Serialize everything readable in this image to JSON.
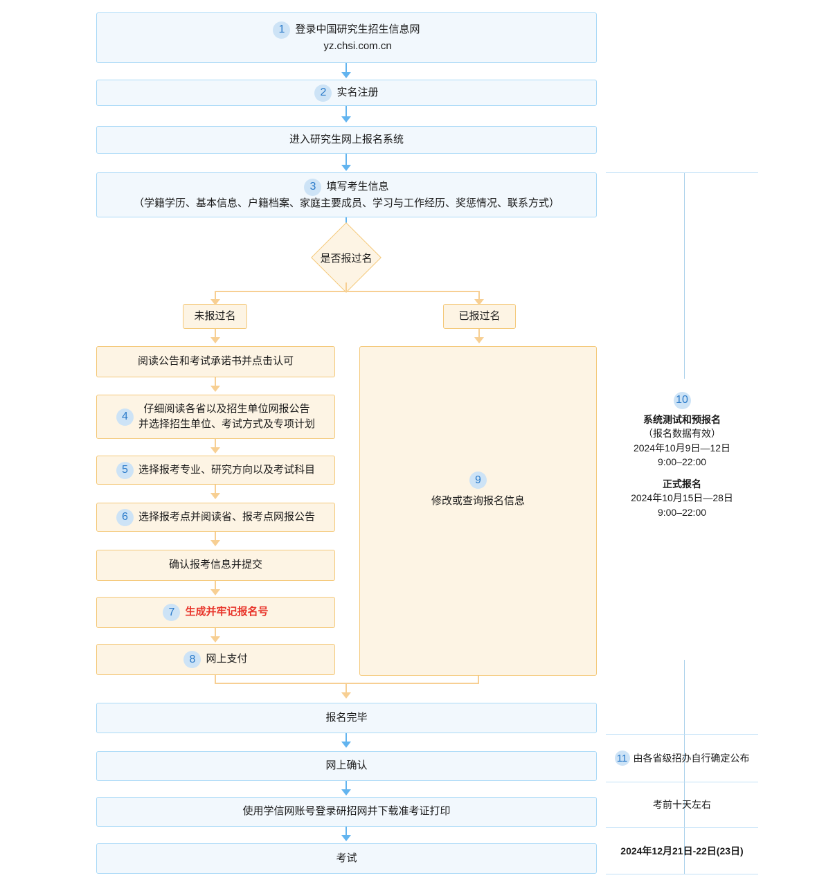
{
  "colors": {
    "blue_fill": "#f2f8fd",
    "blue_border": "#a9d9f7",
    "blue_arrow": "#62b4ef",
    "orange_fill": "#fdf4e4",
    "orange_border": "#f4c878",
    "orange_arrow": "#f7cf93",
    "badge_bg": "#cde3f6",
    "badge_text": "#2a7ac9",
    "highlight_red": "#e8342a",
    "panel_line": "#bfe0f7"
  },
  "flow": {
    "step1": {
      "num": "1",
      "line1": "登录中国研究生招生信息网",
      "line2": "yz.chsi.com.cn"
    },
    "step2": {
      "num": "2",
      "label": "实名注册"
    },
    "step3": {
      "label": "进入研究生网上报名系统"
    },
    "step4": {
      "num": "3",
      "line1": "填写考生信息",
      "line2": "（学籍学历、基本信息、户籍档案、家庭主要成员、学习与工作经历、奖惩情况、联系方式）"
    },
    "decision": {
      "label": "是否报过名"
    },
    "branch_left": {
      "label": "未报过名"
    },
    "branch_right": {
      "label": "已报过名"
    },
    "left_steps": [
      {
        "num": "",
        "label": "阅读公告和考试承诺书并点击认可"
      },
      {
        "num": "4",
        "line1": "仔细阅读各省以及招生单位网报公告",
        "line2": "并选择招生单位、考试方式及专项计划"
      },
      {
        "num": "5",
        "label": "选择报考专业、研究方向以及考试科目"
      },
      {
        "num": "6",
        "label": "选择报考点并阅读省、报考点网报公告"
      },
      {
        "num": "",
        "label": "确认报考信息并提交"
      },
      {
        "num": "7",
        "label": "生成并牢记报名号",
        "highlight": true
      },
      {
        "num": "8",
        "label": "网上支付"
      }
    ],
    "right_branch_box": {
      "num": "9",
      "label": "修改或查询报名信息"
    },
    "finish": {
      "label": "报名完毕"
    },
    "confirm": {
      "label": "网上确认"
    },
    "admit_card": {
      "label": "使用学信网账号登录研招网并下载准考证打印"
    },
    "exam": {
      "label": "考试"
    }
  },
  "panel": {
    "schedule": {
      "num": "10",
      "title1": "系统测试和预报名",
      "note1": "（报名数据有效）",
      "date1": "2024年10月9日—12日",
      "time1": "9:00–22:00",
      "title2": "正式报名",
      "date2": "2024年10月15日—28日",
      "time2": "9:00–22:00"
    },
    "confirm_note": {
      "num": "11",
      "label": "由各省级招办自行确定公布"
    },
    "admit_note": {
      "label": "考前十天左右"
    },
    "exam_note": {
      "label": "2024年12月21日-22日(23日)"
    }
  }
}
